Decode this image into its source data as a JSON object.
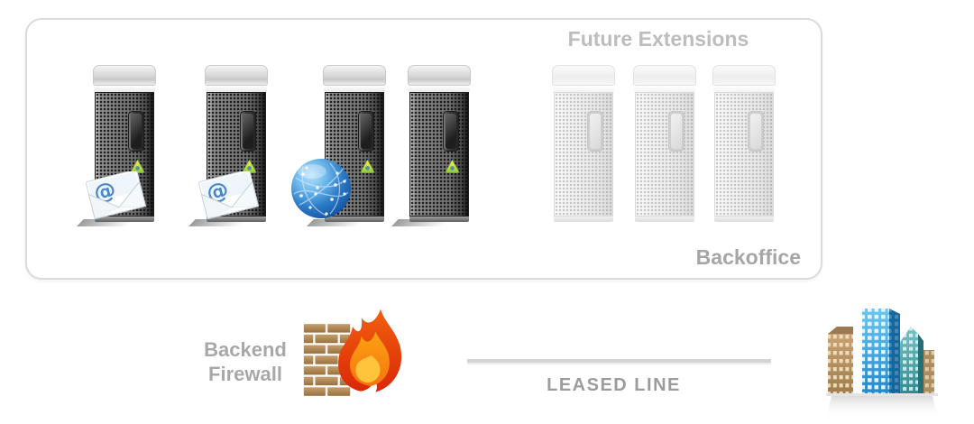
{
  "backoffice_group": {
    "future_label": "Future Extensions",
    "group_label": "Backoffice",
    "active_servers": [
      {
        "icons": [
          "email-icon",
          "app-badge-icon"
        ]
      },
      {
        "icons": [
          "email-icon",
          "app-badge-icon"
        ]
      },
      {
        "icons": [
          "network-globe-icon",
          "app-badge-icon"
        ]
      },
      {
        "icons": [
          "app-badge-icon"
        ]
      }
    ],
    "future_servers": {
      "count": 3,
      "style": "faded"
    }
  },
  "firewall": {
    "line1": "Backend",
    "line2": "Firewall",
    "icons": [
      "brick-wall-icon",
      "flame-icon"
    ]
  },
  "leased_line": {
    "label": "LEASED LINE"
  },
  "remote_site": {
    "icons": [
      "office-building-icon"
    ]
  },
  "colors": {
    "box_border": "#dbdbdb",
    "future_label_gray": "#bdbdbd",
    "label_gray": "#a8a8a8",
    "leased_line_gray": "#d4d4d4",
    "server_dark": "#6e6e6e",
    "server_light": "#eeeeee",
    "badge_yellow": "#ffe94d",
    "badge_green": "#8cc63f",
    "globe_blue": "#2d7cc8",
    "envelope_at_blue": "#4a86c8",
    "brick_brown": "#b08a57",
    "flame_red": "#e23d15",
    "flame_orange": "#f8911c",
    "flame_yellow": "#ffc33c",
    "building_blue": "#3fa0dc",
    "building_teal": "#4b9aa0",
    "building_tan": "#c9a274"
  }
}
